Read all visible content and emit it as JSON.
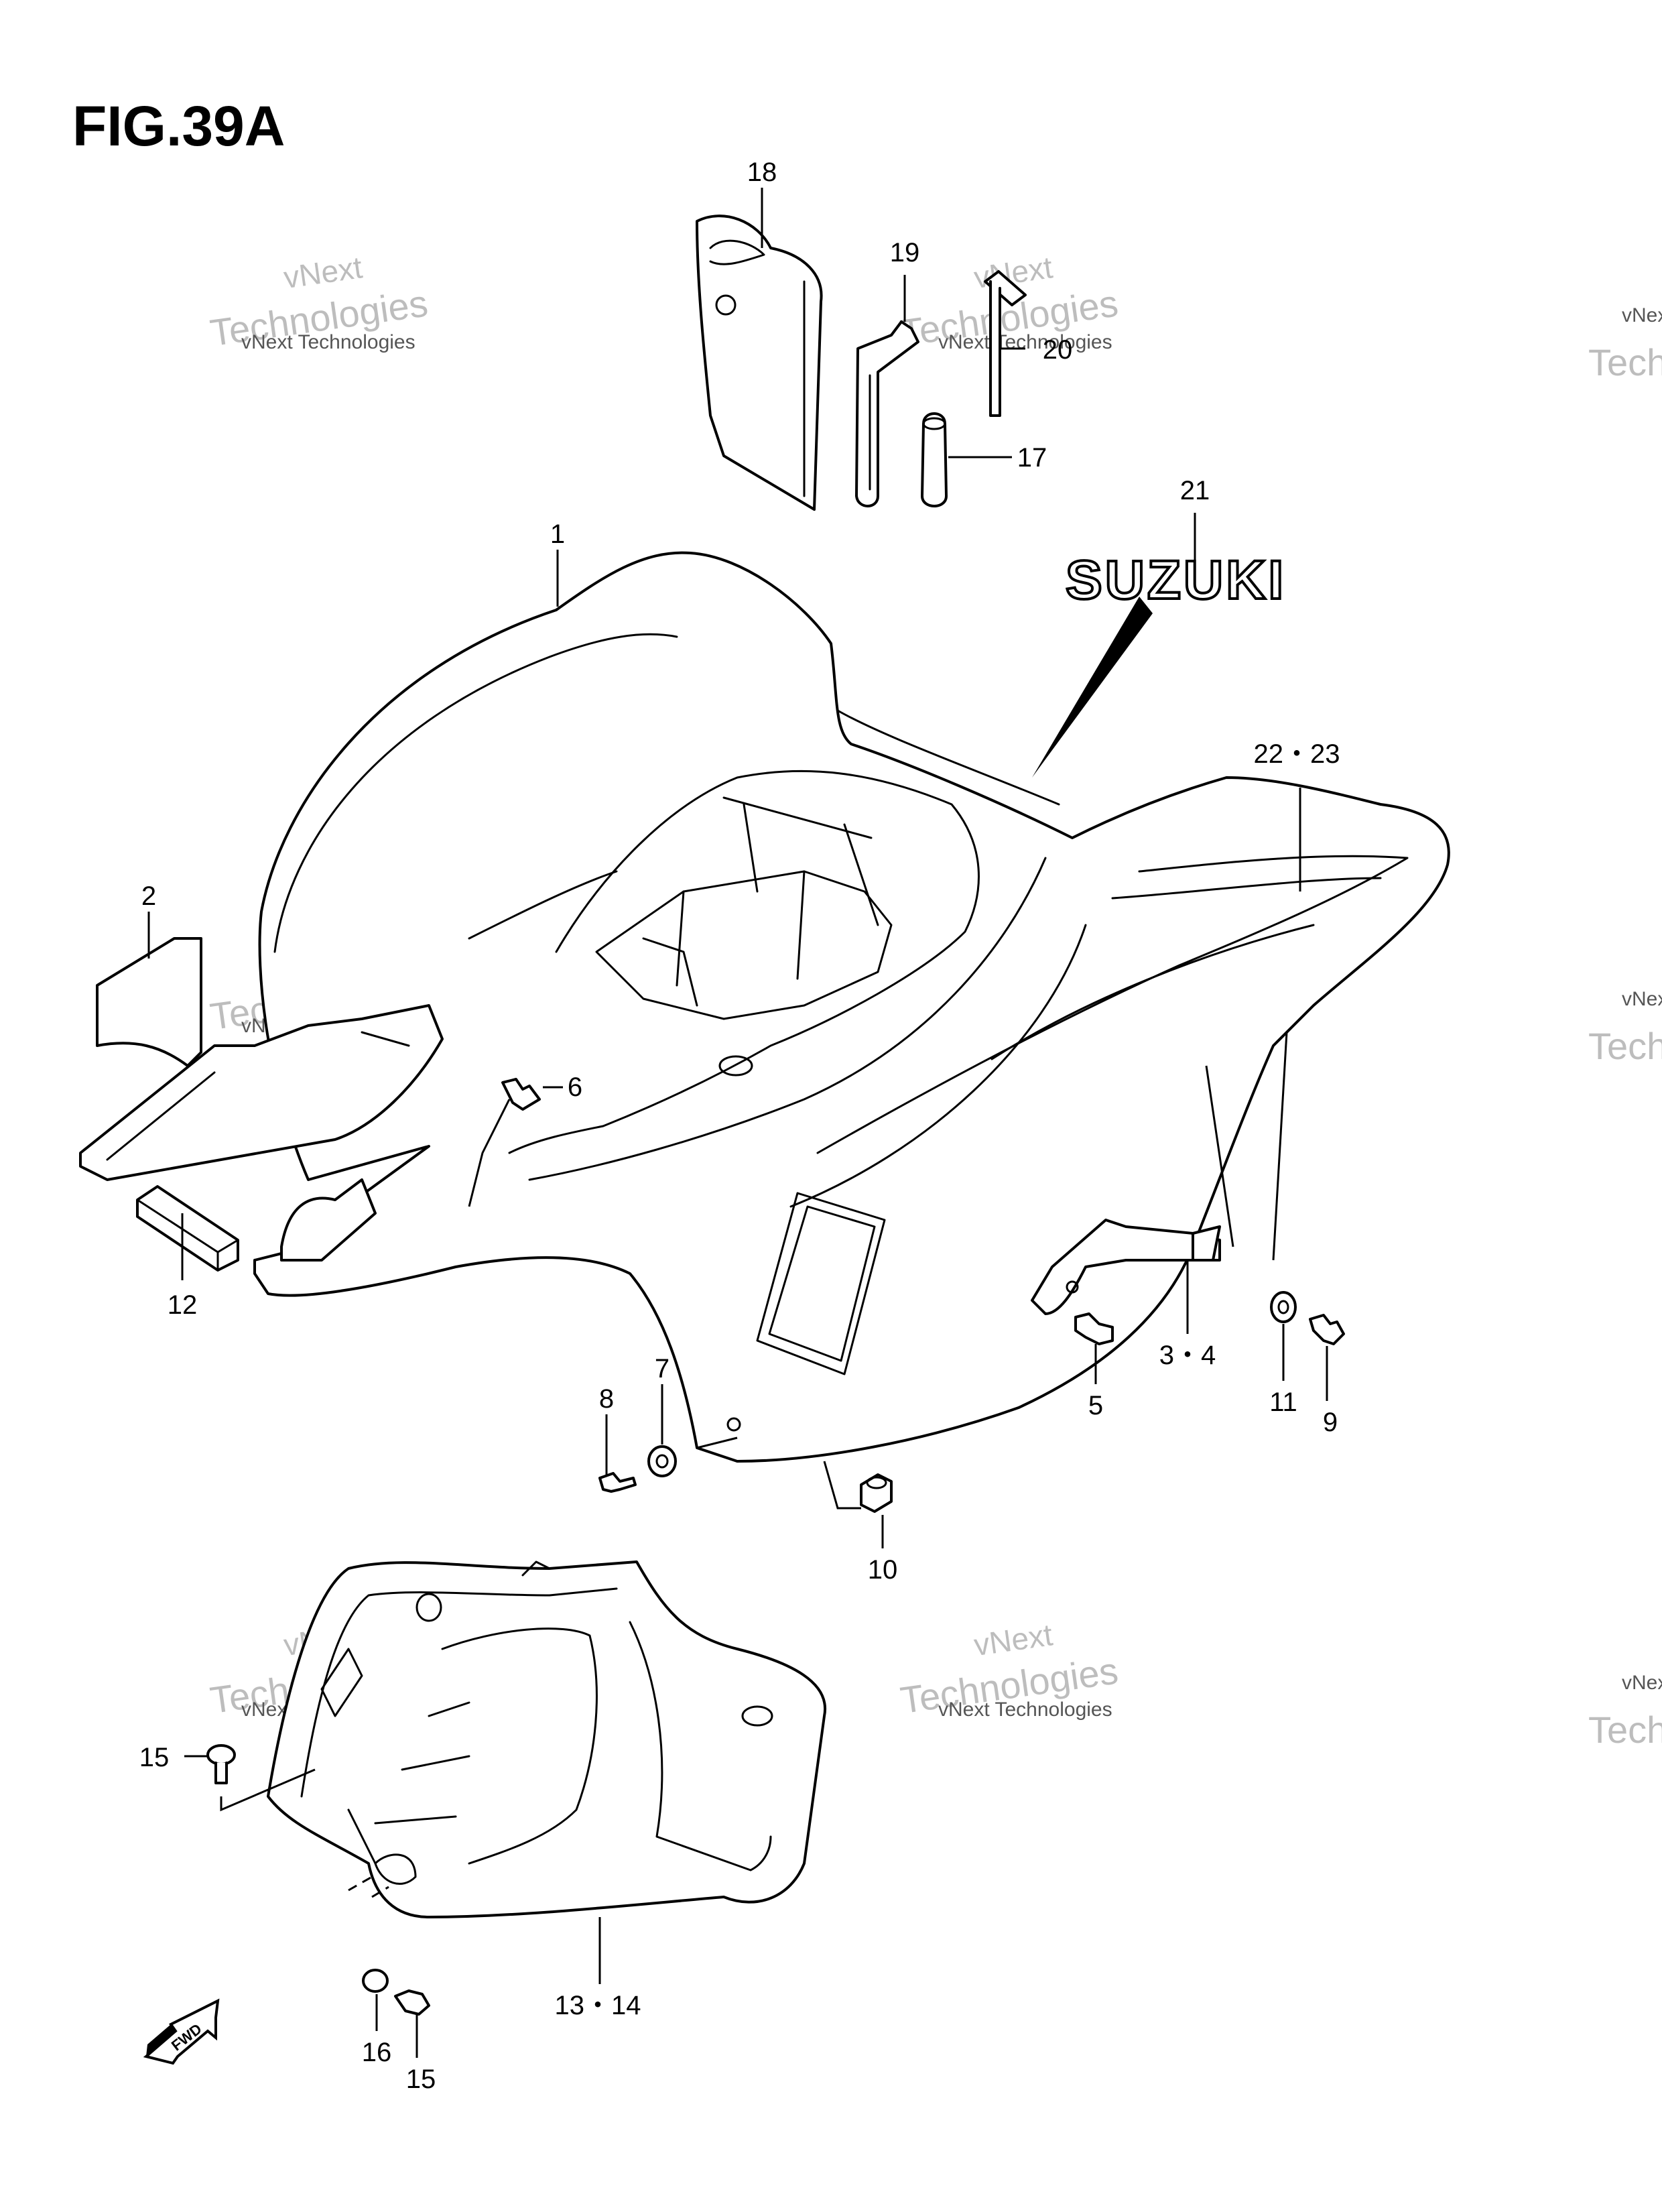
{
  "figure": {
    "title": "FIG.39A",
    "logo_text": "SUZUKI",
    "arrow_text": "FWD"
  },
  "watermark": {
    "line1": "vNext",
    "line2": "Technologies",
    "line3": "vNext Technologies"
  },
  "callouts": [
    {
      "id": "callout-18",
      "label": "18"
    },
    {
      "id": "callout-19",
      "label": "19"
    },
    {
      "id": "callout-20",
      "label": "20"
    },
    {
      "id": "callout-17",
      "label": "17"
    },
    {
      "id": "callout-21",
      "label": "21"
    },
    {
      "id": "callout-1",
      "label": "1"
    },
    {
      "id": "callout-22-23",
      "label": "22・23"
    },
    {
      "id": "callout-2",
      "label": "2"
    },
    {
      "id": "callout-6",
      "label": "6"
    },
    {
      "id": "callout-12",
      "label": "12"
    },
    {
      "id": "callout-3-4",
      "label": "3・4"
    },
    {
      "id": "callout-5",
      "label": "5"
    },
    {
      "id": "callout-11",
      "label": "11"
    },
    {
      "id": "callout-9",
      "label": "9"
    },
    {
      "id": "callout-8",
      "label": "8"
    },
    {
      "id": "callout-7",
      "label": "7"
    },
    {
      "id": "callout-10",
      "label": "10"
    },
    {
      "id": "callout-15a",
      "label": "15"
    },
    {
      "id": "callout-13-14",
      "label": "13・14"
    },
    {
      "id": "callout-16",
      "label": "16"
    },
    {
      "id": "callout-15b",
      "label": "15"
    }
  ]
}
